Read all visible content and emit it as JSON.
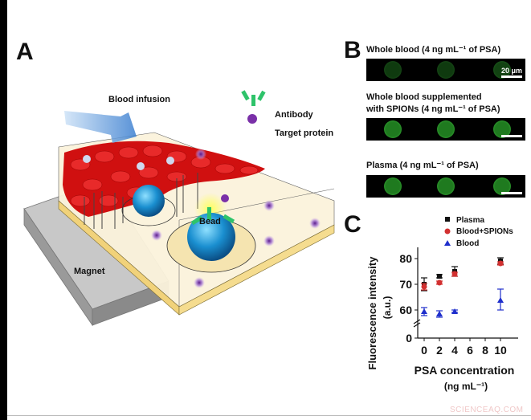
{
  "panels": {
    "A": {
      "letter": "A",
      "labels": {
        "blood_infusion": "Blood infusion",
        "antibody": "Antibody",
        "target_protein": "Target protein",
        "bead": "Bead",
        "magnet": "Magnet"
      }
    },
    "B": {
      "letter": "B",
      "rows": [
        {
          "title": "Whole blood (4 ng mL⁻¹ of PSA)",
          "intensity": "dim",
          "scalebar": "20 μm"
        },
        {
          "title_line1": "Whole blood supplemented",
          "title_line2": "with SPIONs (4 ng mL⁻¹ of PSA)",
          "intensity": "bright"
        },
        {
          "title": "Plasma (4 ng mL⁻¹ of PSA)",
          "intensity": "bright"
        }
      ],
      "colors": {
        "dim": "#1f5a1f",
        "bright": "#2fa82f"
      }
    },
    "C": {
      "letter": "C"
    }
  },
  "chart_data": {
    "type": "scatter",
    "title": "",
    "xlabel": "PSA concentration (ng mL⁻¹)",
    "ylabel": "Fluorescence intensity (a.u.)",
    "x": [
      0,
      2,
      4,
      10
    ],
    "x_ticks": [
      "0",
      "2",
      "4",
      "6",
      "8",
      "10"
    ],
    "y_ticks": [
      "0",
      "60",
      "70",
      "80"
    ],
    "ylim": [
      55,
      82
    ],
    "axis_break": true,
    "legend_position": "top-right",
    "series": [
      {
        "name": "Plasma",
        "marker": "square",
        "color": "#111111",
        "values": [
          70,
          73,
          75,
          79
        ],
        "errors": [
          2.5,
          0.6,
          1.8,
          1.2
        ]
      },
      {
        "name": "Blood+SPIONs",
        "marker": "circle",
        "color": "#d23030",
        "values": [
          69,
          70.5,
          74,
          78
        ],
        "errors": [
          1.2,
          0.6,
          0.8,
          0.6
        ]
      },
      {
        "name": "Blood",
        "marker": "triangle",
        "color": "#1f2fcc",
        "values": [
          59.5,
          58.5,
          59.5,
          64
        ],
        "errors": [
          1.5,
          1.2,
          0.4,
          4
        ]
      }
    ]
  },
  "watermark": "SCIENCEAQ.COM"
}
